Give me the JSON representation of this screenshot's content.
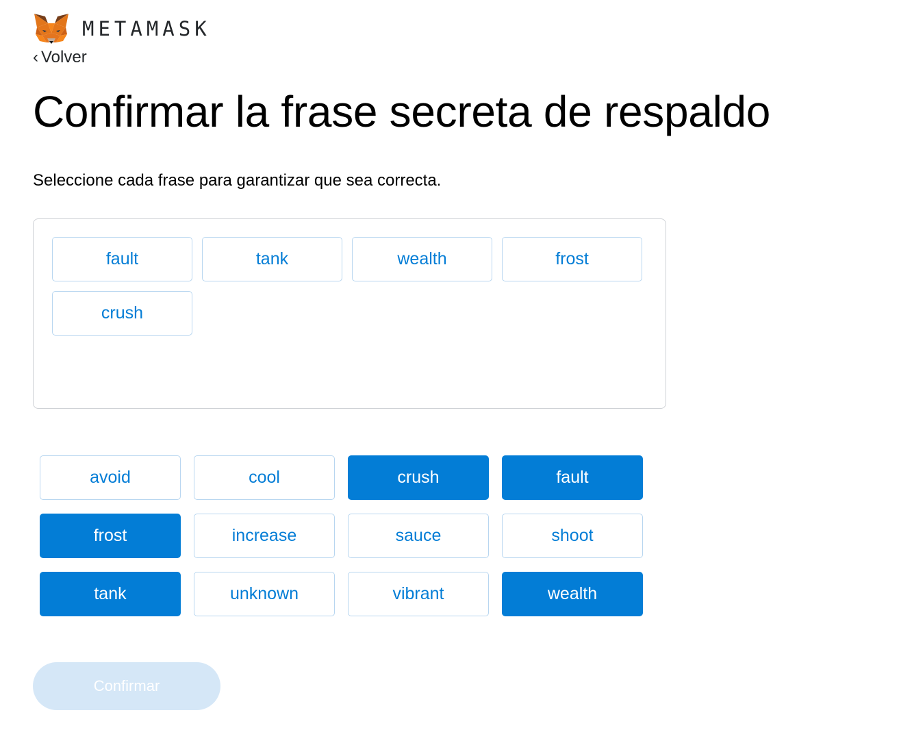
{
  "header": {
    "logo_icon": "metamask-fox-icon",
    "brand_name": "METAMASK"
  },
  "navigation": {
    "back_chevron": "‹",
    "back_label": "Volver"
  },
  "page": {
    "title": "Confirmar la frase secreta de respaldo",
    "subtitle": "Seleccione cada frase para garantizar que sea correcta."
  },
  "selected_words": [
    {
      "label": "fault"
    },
    {
      "label": "tank"
    },
    {
      "label": "wealth"
    },
    {
      "label": "frost"
    },
    {
      "label": "crush"
    }
  ],
  "word_options": [
    {
      "label": "avoid",
      "selected": false
    },
    {
      "label": "cool",
      "selected": false
    },
    {
      "label": "crush",
      "selected": true
    },
    {
      "label": "fault",
      "selected": true
    },
    {
      "label": "frost",
      "selected": true
    },
    {
      "label": "increase",
      "selected": false
    },
    {
      "label": "sauce",
      "selected": false
    },
    {
      "label": "shoot",
      "selected": false
    },
    {
      "label": "tank",
      "selected": true
    },
    {
      "label": "unknown",
      "selected": false
    },
    {
      "label": "vibrant",
      "selected": false
    },
    {
      "label": "wealth",
      "selected": true
    }
  ],
  "actions": {
    "confirm_label": "Confirmar",
    "confirm_disabled": true
  },
  "colors": {
    "accent": "#037dd6",
    "chip_border": "#b8d6f0",
    "disabled_button": "#d5e7f7",
    "container_border": "#cfd2d6"
  }
}
